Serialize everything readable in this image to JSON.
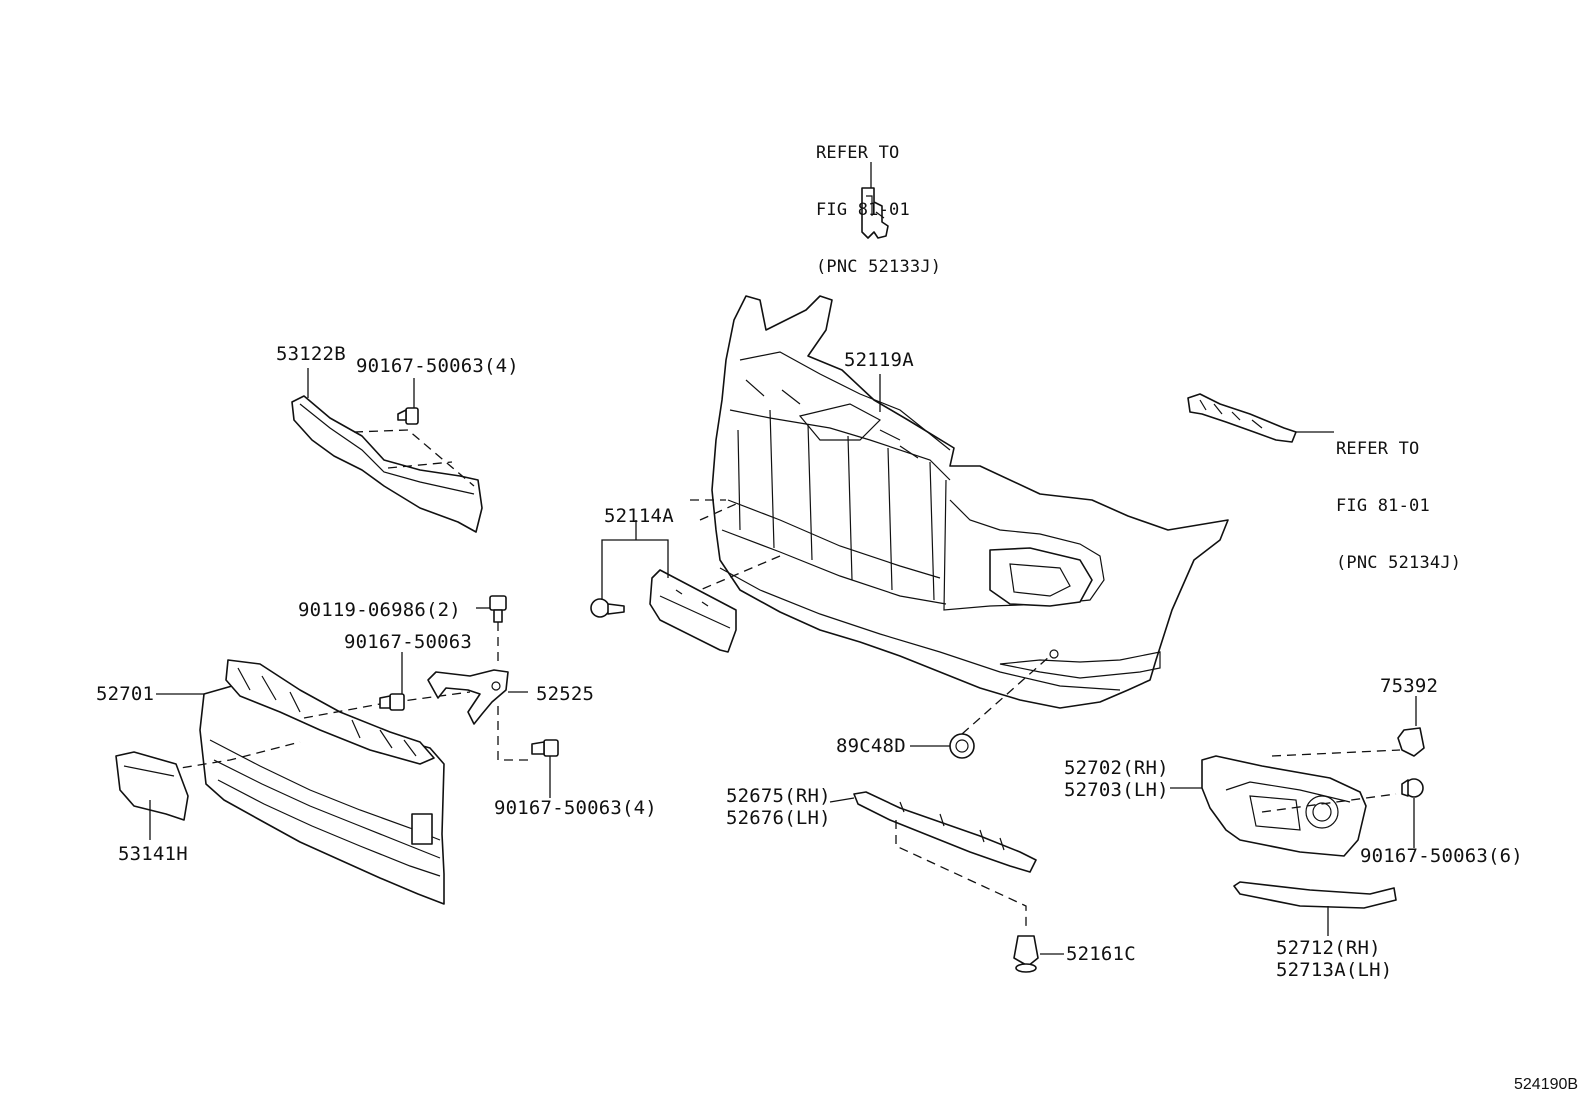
{
  "figure_id": "524190B",
  "references": [
    {
      "id": "ref-top",
      "lines": [
        "REFER TO",
        "FIG 81-01",
        "(PNC 52133J)"
      ]
    },
    {
      "id": "ref-right",
      "lines": [
        "REFER TO",
        "FIG 81-01",
        "(PNC 52134J)"
      ]
    }
  ],
  "labels": {
    "l53122B": "53122B",
    "l90167_4a": "90167-50063(4)",
    "l52119A": "52119A",
    "l52114A": "52114A",
    "l90119": "90119-06986(2)",
    "l90167": "90167-50063",
    "l52701": "52701",
    "l52525": "52525",
    "l90167_4b": "90167-50063(4)",
    "l53141H": "53141H",
    "l89C48D": "89C48D",
    "l75392": "75392",
    "l52702": "52702(RH)",
    "l52703": "52703(LH)",
    "l90167_6": "90167-50063(6)",
    "l52675": "52675(RH)",
    "l52676": "52676(LH)",
    "l52161C": "52161C",
    "l52712": "52712(RH)",
    "l52713A": "52713A(LH)"
  },
  "parts": [
    "bracket-top-icon",
    "bumper-cover-icon",
    "bracket-side-icon",
    "molding-upper-icon",
    "bolt-icon",
    "license-bracket-icon",
    "grille-icon",
    "end-cap-icon",
    "support-bracket-icon",
    "clip-icon",
    "fog-housing-icon",
    "retainer-icon",
    "pushpin-icon",
    "lamp-trim-icon"
  ]
}
